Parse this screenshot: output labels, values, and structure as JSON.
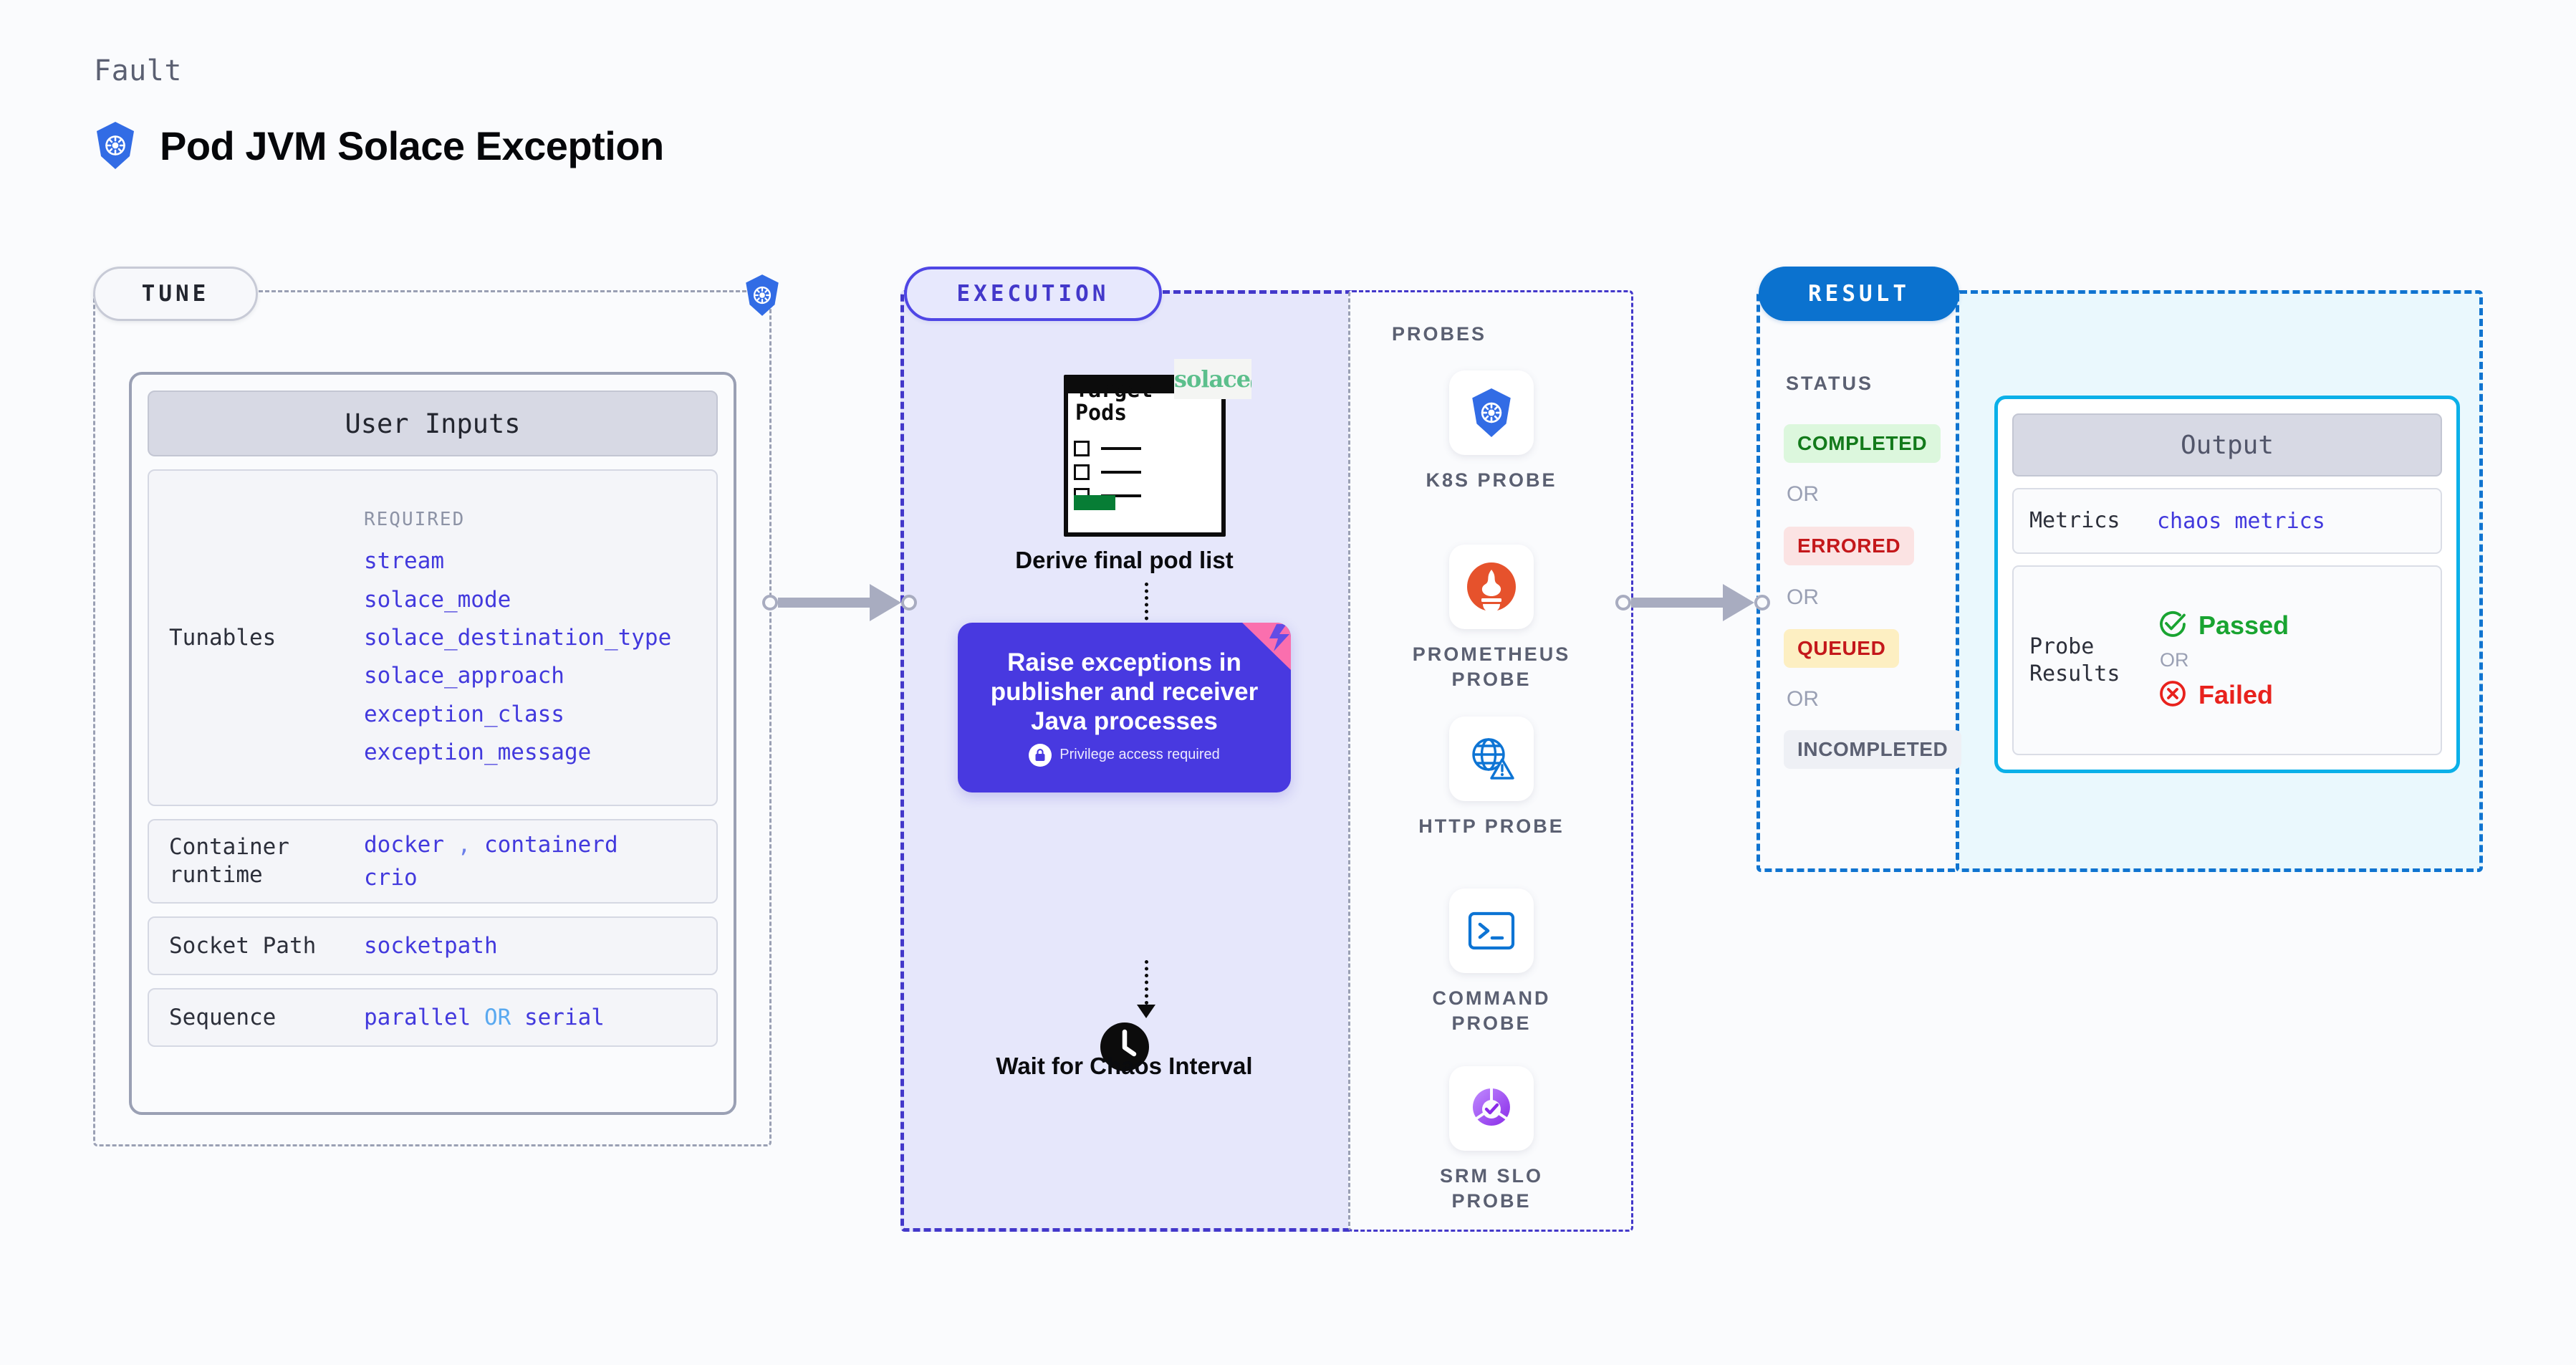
{
  "header": {
    "kicker": "Fault",
    "title": "Pod JVM Solace Exception",
    "icon": "kubernetes-icon"
  },
  "sections": {
    "tune_label": "TUNE",
    "execution_label": "EXECUTION",
    "result_label": "RESULT",
    "probes_label": "PROBES",
    "status_label": "STATUS"
  },
  "tune": {
    "card_title": "User Inputs",
    "rows": [
      {
        "label": "Tunables",
        "required_caption": "REQUIRED",
        "values": [
          "stream",
          "solace_mode",
          "solace_destination_type",
          "solace_approach",
          "exception_class",
          "exception_message"
        ]
      },
      {
        "label": "Container runtime",
        "values": [
          "docker",
          "containerd",
          "crio"
        ],
        "separator": ","
      },
      {
        "label": "Socket Path",
        "values": [
          "socketpath"
        ]
      },
      {
        "label": "Sequence",
        "values": [
          "parallel",
          "serial"
        ],
        "separator": "OR"
      }
    ]
  },
  "execution": {
    "target_icon": {
      "title_line1": "Target",
      "title_line2": "Pods",
      "brand": "solace",
      "name": "target-pods-icon"
    },
    "step1_caption": "Derive final pod list",
    "action": {
      "text": "Raise exceptions in publisher and receiver Java processes",
      "privilege_note": "Privilege access required",
      "icon": "lock-icon"
    },
    "step3_caption": "Wait for Chaos Interval",
    "clock_icon": "clock-icon"
  },
  "probes": [
    {
      "label": "K8S PROBE",
      "icon": "kubernetes-icon"
    },
    {
      "label": "PROMETHEUS PROBE",
      "icon": "prometheus-icon"
    },
    {
      "label": "HTTP PROBE",
      "icon": "globe-warning-icon"
    },
    {
      "label": "COMMAND PROBE",
      "icon": "terminal-icon"
    },
    {
      "label": "SRM SLO PROBE",
      "icon": "srm-slo-icon"
    }
  ],
  "result": {
    "statuses": [
      {
        "label": "COMPLETED",
        "bg": "#dcf7dd",
        "fg": "#137a1b"
      },
      {
        "label": "ERRORED",
        "bg": "#fbe3e3",
        "fg": "#c4181b"
      },
      {
        "label": "QUEUED",
        "bg": "#fdefc2",
        "fg": "#c4181b"
      },
      {
        "label": "INCOMPLETED",
        "bg": "#eef0f5",
        "fg": "#5b6072"
      }
    ],
    "or_text": "OR",
    "output": {
      "card_title": "Output",
      "metrics_label": "Metrics",
      "metrics_value": "chaos metrics",
      "probe_results_label": "Probe Results",
      "passed_label": "Passed",
      "failed_label": "Failed",
      "or_text": "OR",
      "passed_icon": "check-circle-icon",
      "failed_icon": "x-circle-icon"
    }
  },
  "colors": {
    "page_bg": "#fafbfd",
    "accent_indigo": "#4338ca",
    "accent_blue": "#0b72cf",
    "accent_cyan": "#0bb0e8",
    "value_blue": "#4239dd",
    "exec_panel_bg": "#e6e7fb",
    "output_panel_bg": "#eaf8fd",
    "action_card_bg": "#4839e0"
  }
}
